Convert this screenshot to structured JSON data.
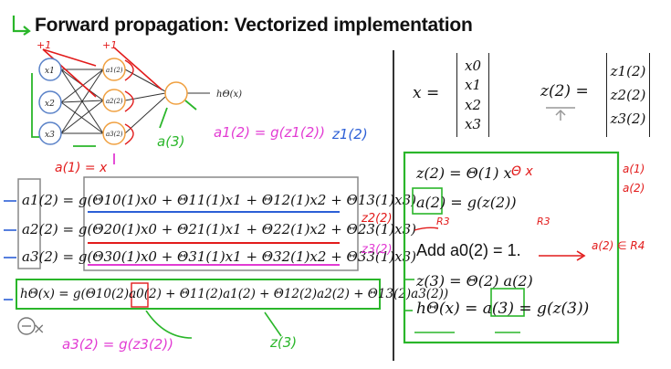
{
  "title": "Forward propagation: Vectorized implementation",
  "network": {
    "inputs": [
      "x1",
      "x2",
      "x3"
    ],
    "hidden": [
      "a1(2)",
      "a2(2)",
      "a3(2)"
    ],
    "output_label": "hΘ(x)"
  },
  "left_equations": [
    {
      "lhs": "a1(2)",
      "rhs": "= g(Θ10(1)x0 + Θ11(1)x1 + Θ12(1)x2 + Θ13(1)x3)"
    },
    {
      "lhs": "a2(2)",
      "rhs": "= g(Θ20(1)x0 + Θ21(1)x1 + Θ22(1)x2 + Θ23(1)x3)"
    },
    {
      "lhs": "a3(2)",
      "rhs": "= g(Θ30(1)x0 + Θ31(1)x1 + Θ32(1)x2 + Θ33(1)x3)"
    },
    {
      "lhs": "hΘ(x)",
      "rhs": "= g(Θ10(2)a0(2) + Θ11(2)a1(2) + Θ12(2)a2(2) + Θ13(2)a3(2))"
    }
  ],
  "right_vectors": {
    "x_label": "x =",
    "x_entries": [
      "x0",
      "x1",
      "x2",
      "x3"
    ],
    "z_label": "z(2) =",
    "z_entries": [
      "z1(2)",
      "z2(2)",
      "z3(2)"
    ]
  },
  "right_equations": [
    "z(2) = Θ(1) x",
    "a(2) = g(z(2))",
    "Add a0(2) = 1.",
    "z(3) = Θ(2) a(2)",
    "hΘ(x) = a(3) = g(z(3))"
  ],
  "annotations": {
    "plus1_a": "+1",
    "plus1_b": "+1",
    "a1_eq_x": "a(1) = x",
    "a1_net": "a(3)",
    "a2_eq": "a1(2) = g(z1(2))",
    "z1_right": "z1(2)",
    "z2_mark": "z2(2)",
    "z3_mark": "z3(2)",
    "a3_eq": "a3(2) = g(z3(2))",
    "z3_out": "z(3)",
    "r3_a": "R3",
    "r3_b": "R3",
    "a_r4": "a(2) ∈ R4",
    "a1_side": "a(1)",
    "a2_side_stack": "a(2)",
    "theta_note": "Θ x",
    "circle_x": "×"
  },
  "colors": {
    "green": "#2ab62a",
    "red": "#e21b1b",
    "magenta": "#e23bd3",
    "blue": "#2c5fd6",
    "orange": "#f0a040",
    "node_blue": "#5a82c8"
  }
}
